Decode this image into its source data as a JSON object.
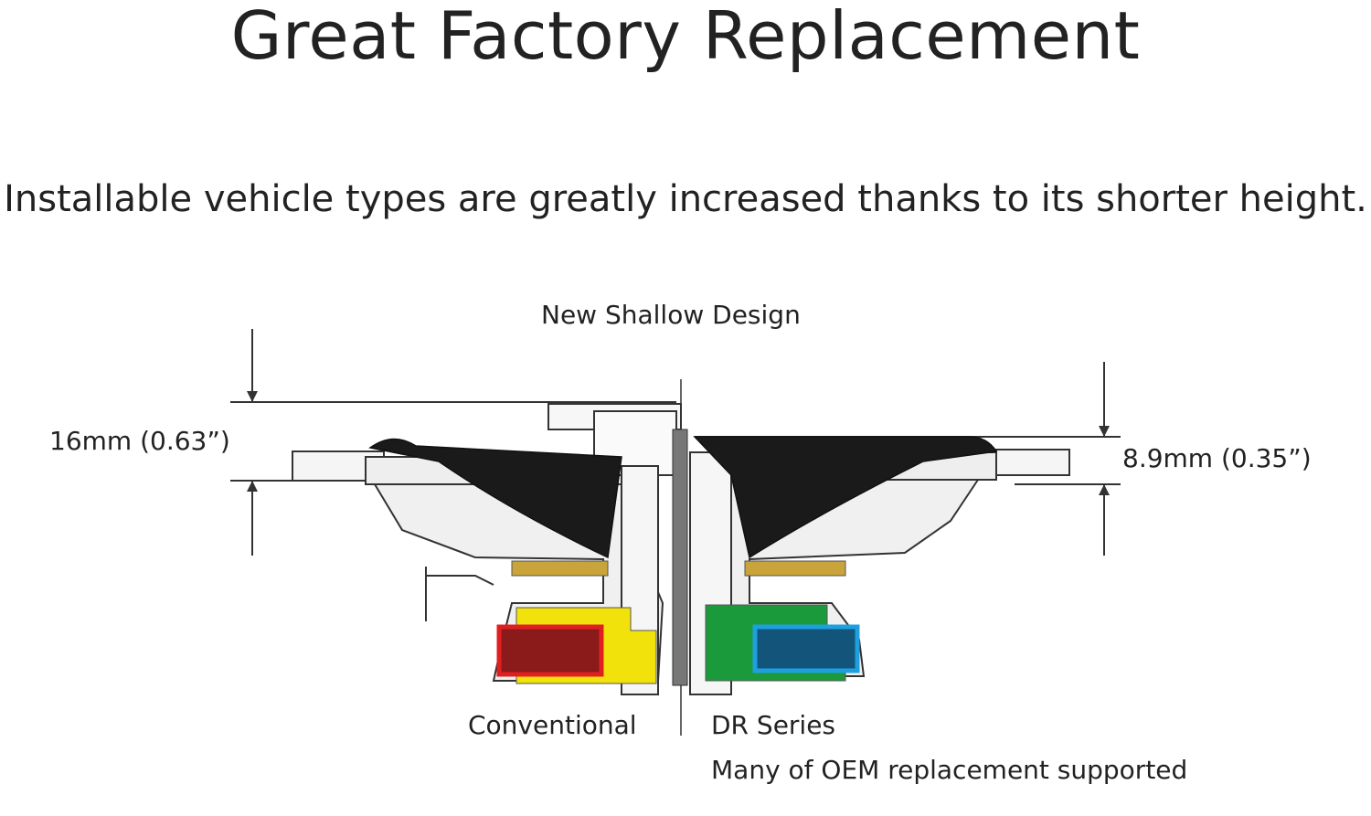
{
  "page": {
    "title": "Great Factory Replacement",
    "subtitle": "Installable vehicle types are greatly increased thanks to its shorter height."
  },
  "diagram": {
    "heading": "New Shallow Design",
    "left_dimension": "16mm (0.63”)",
    "right_dimension": "8.9mm (0.35”)",
    "left_label": "Conventional",
    "right_label": "DR Series",
    "right_note": "Many of OEM replacement supported",
    "colors": {
      "cone": "#1a1a1a",
      "left_magnet_yoke": "#f2e20c",
      "left_magnet_core": "#8b1a1a",
      "left_magnet_outline": "#e02020",
      "right_magnet_yoke": "#1a9a3a",
      "right_magnet_core": "#13557a",
      "right_magnet_outline": "#1ea0e0",
      "line": "#333333"
    }
  }
}
